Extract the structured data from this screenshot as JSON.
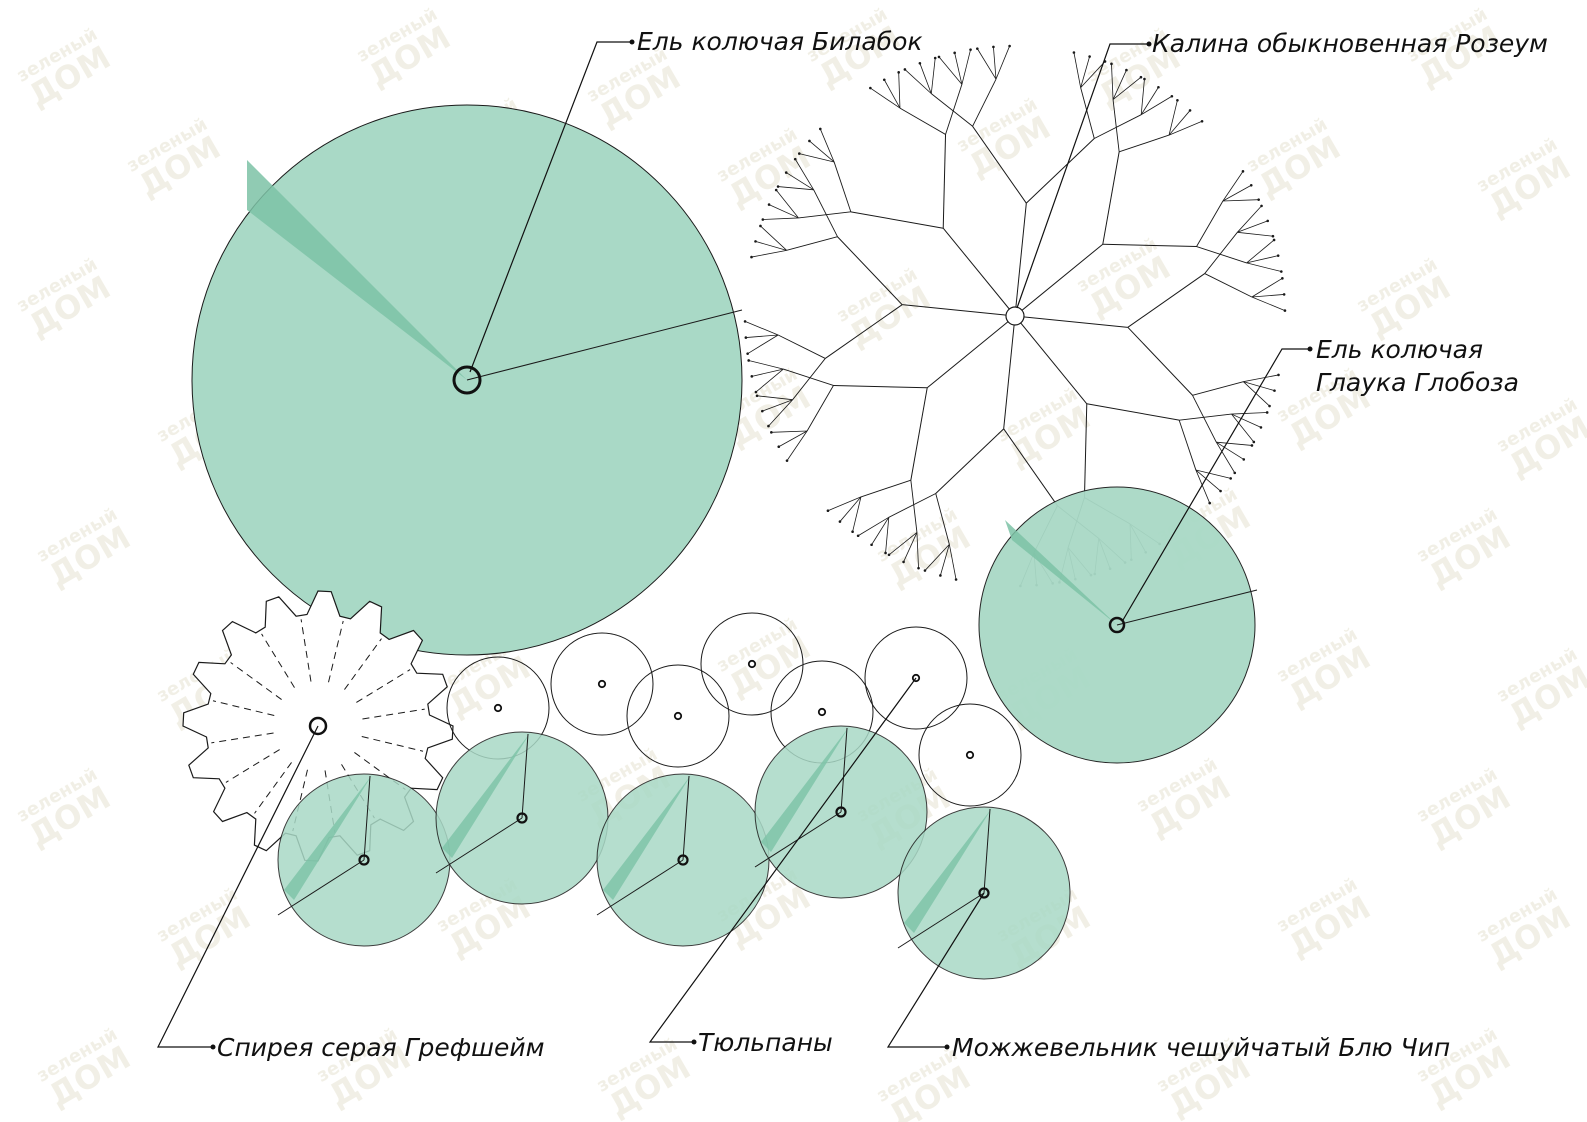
{
  "colors": {
    "fill": "#a9d9c6",
    "fill_light": "#bde3d5",
    "wedge": "#7cc2a6",
    "line": "#1a1a1a",
    "watermark": "#d9d4b8"
  },
  "labels": {
    "el_bilabok": "Ель колючая Билабок",
    "kalina": "Калина обыкновенная Розеум",
    "el_glauka_1": "Ель колючая",
    "el_glauka_2": "Глаука Глобоза",
    "spireya": "Спирея серая Грефшейм",
    "tyulpany": "Тюльпаны",
    "mozhzhevelnik": "Можжевельник чешуйчатый Блю Чип"
  },
  "watermark": {
    "line1": "зеленый",
    "line2": "ДОМ"
  }
}
